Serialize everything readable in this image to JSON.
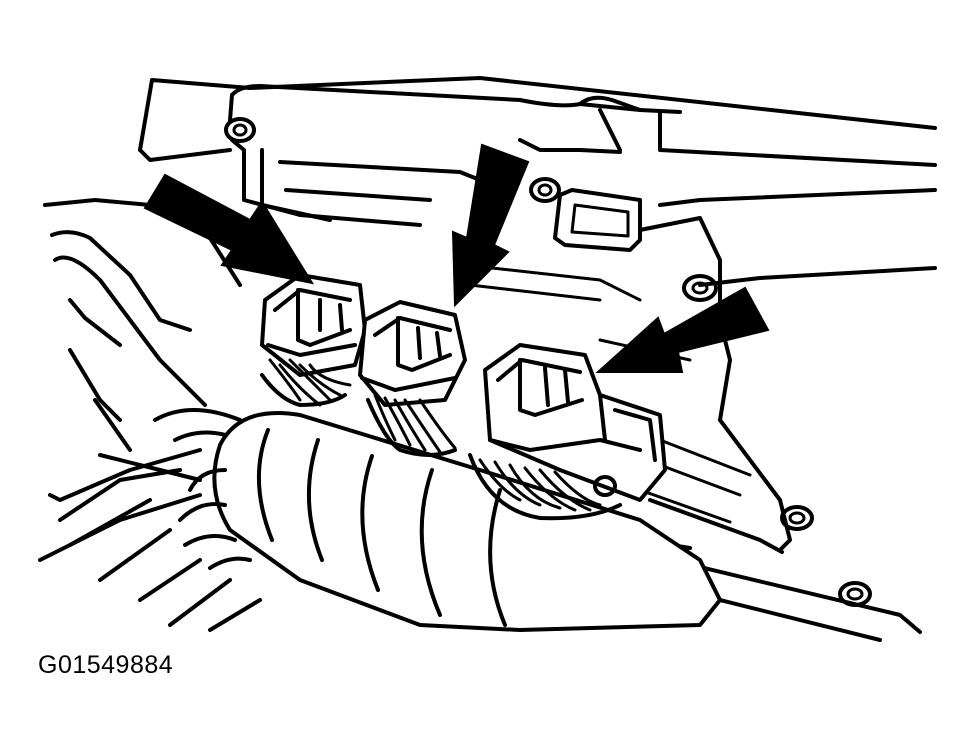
{
  "figure": {
    "code": "G01549884",
    "subject": "engine-control-module-connectors",
    "arrow_count": 3,
    "connector_count": 3,
    "line_color": "#000000",
    "background_color": "#ffffff"
  }
}
